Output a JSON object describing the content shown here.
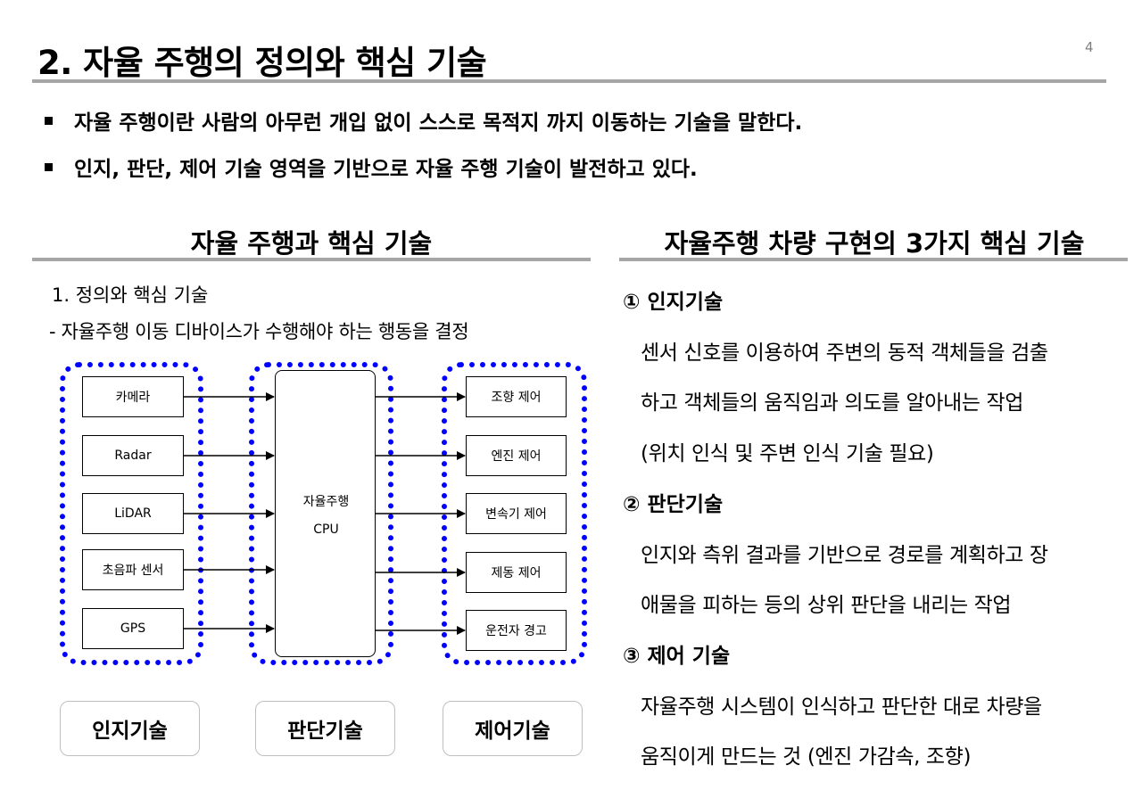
{
  "slide": {
    "title": "2. 자율 주행의 정의와 핵심 기술",
    "page_number": "4"
  },
  "bullets": [
    "자율 주행이란 사람의 아무런 개입 없이 스스로 목적지 까지 이동하는 기술을 말한다.",
    "인지, 판단, 제어 기술 영역을 기반으로 자율 주행 기술이 발전하고 있다."
  ],
  "left_section": {
    "heading": "자율 주행과 핵심 기술",
    "sub_title": "1. 정의와 핵심 기술",
    "sub_desc": "- 자율주행 이동 디바이스가 수행해야 하는 행동을 결정",
    "diagram": {
      "inputs": [
        "카메라",
        "Radar",
        "LiDAR",
        "초음파 센서",
        "GPS"
      ],
      "cpu_line1": "자율주행",
      "cpu_line2": "CPU",
      "outputs": [
        "조향 제어",
        "엔진 제어",
        "변속기 제어",
        "제동 제어",
        "운전자 경고"
      ],
      "group_border_color": "#0000ff"
    },
    "categories": [
      "인지기술",
      "판단기술",
      "제어기술"
    ]
  },
  "right_section": {
    "heading": "자율주행 차량 구현의 3가지 핵심 기술",
    "techs": [
      {
        "heading": "① 인지기술",
        "lines": [
          "센서 신호를 이용하여 주변의 동적 객체들을 검출",
          "하고 객체들의 움직임과 의도를 알아내는 작업",
          "(위치 인식 및 주변 인식 기술 필요)"
        ]
      },
      {
        "heading": "② 판단기술",
        "lines": [
          "인지와 측위 결과를 기반으로 경로를 계획하고 장",
          "애물을 피하는 등의 상위 판단을 내리는 작업"
        ]
      },
      {
        "heading": "③ 제어 기술",
        "lines": [
          "자율주행 시스템이 인식하고 판단한 대로 차량을",
          "움직이게 만드는 것 (엔진 가감속, 조향)"
        ]
      }
    ]
  }
}
